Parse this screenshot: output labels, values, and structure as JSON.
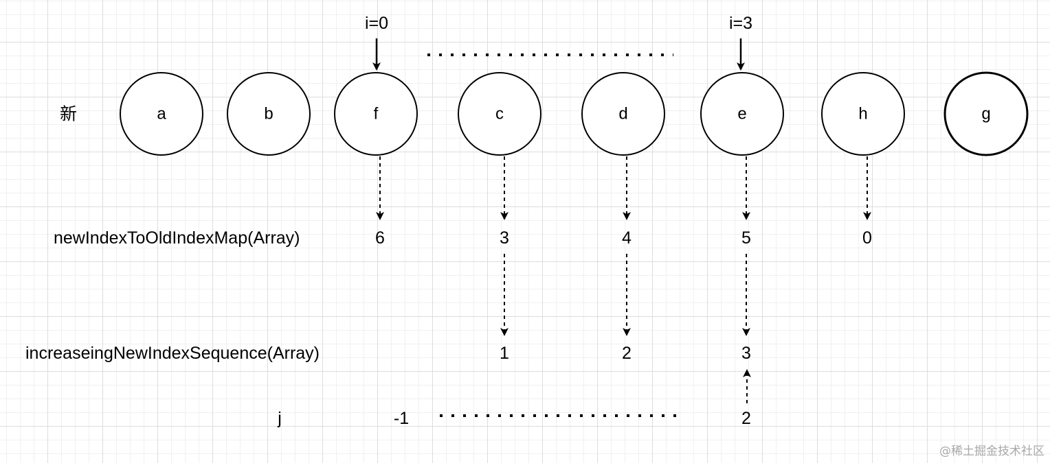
{
  "pointers": {
    "i_start": "i=0",
    "i_end": "i=3"
  },
  "row_label_new": "新",
  "nodes": [
    "a",
    "b",
    "f",
    "c",
    "d",
    "e",
    "h",
    "g"
  ],
  "map_label": "newIndexToOldIndexMap(Array)",
  "map_values": [
    "6",
    "3",
    "4",
    "5",
    "0"
  ],
  "seq_label": "increaseingNewIndexSequence(Array)",
  "seq_values": [
    "1",
    "2",
    "3"
  ],
  "j_label": "j",
  "j_start": "-1",
  "j_end": "2",
  "watermark": "@稀土掘金技术社区",
  "colors": {
    "stroke": "#000000",
    "grid_major": "#dddddd",
    "grid_minor": "#f0f0f0",
    "watermark": "#a8a8a8"
  }
}
